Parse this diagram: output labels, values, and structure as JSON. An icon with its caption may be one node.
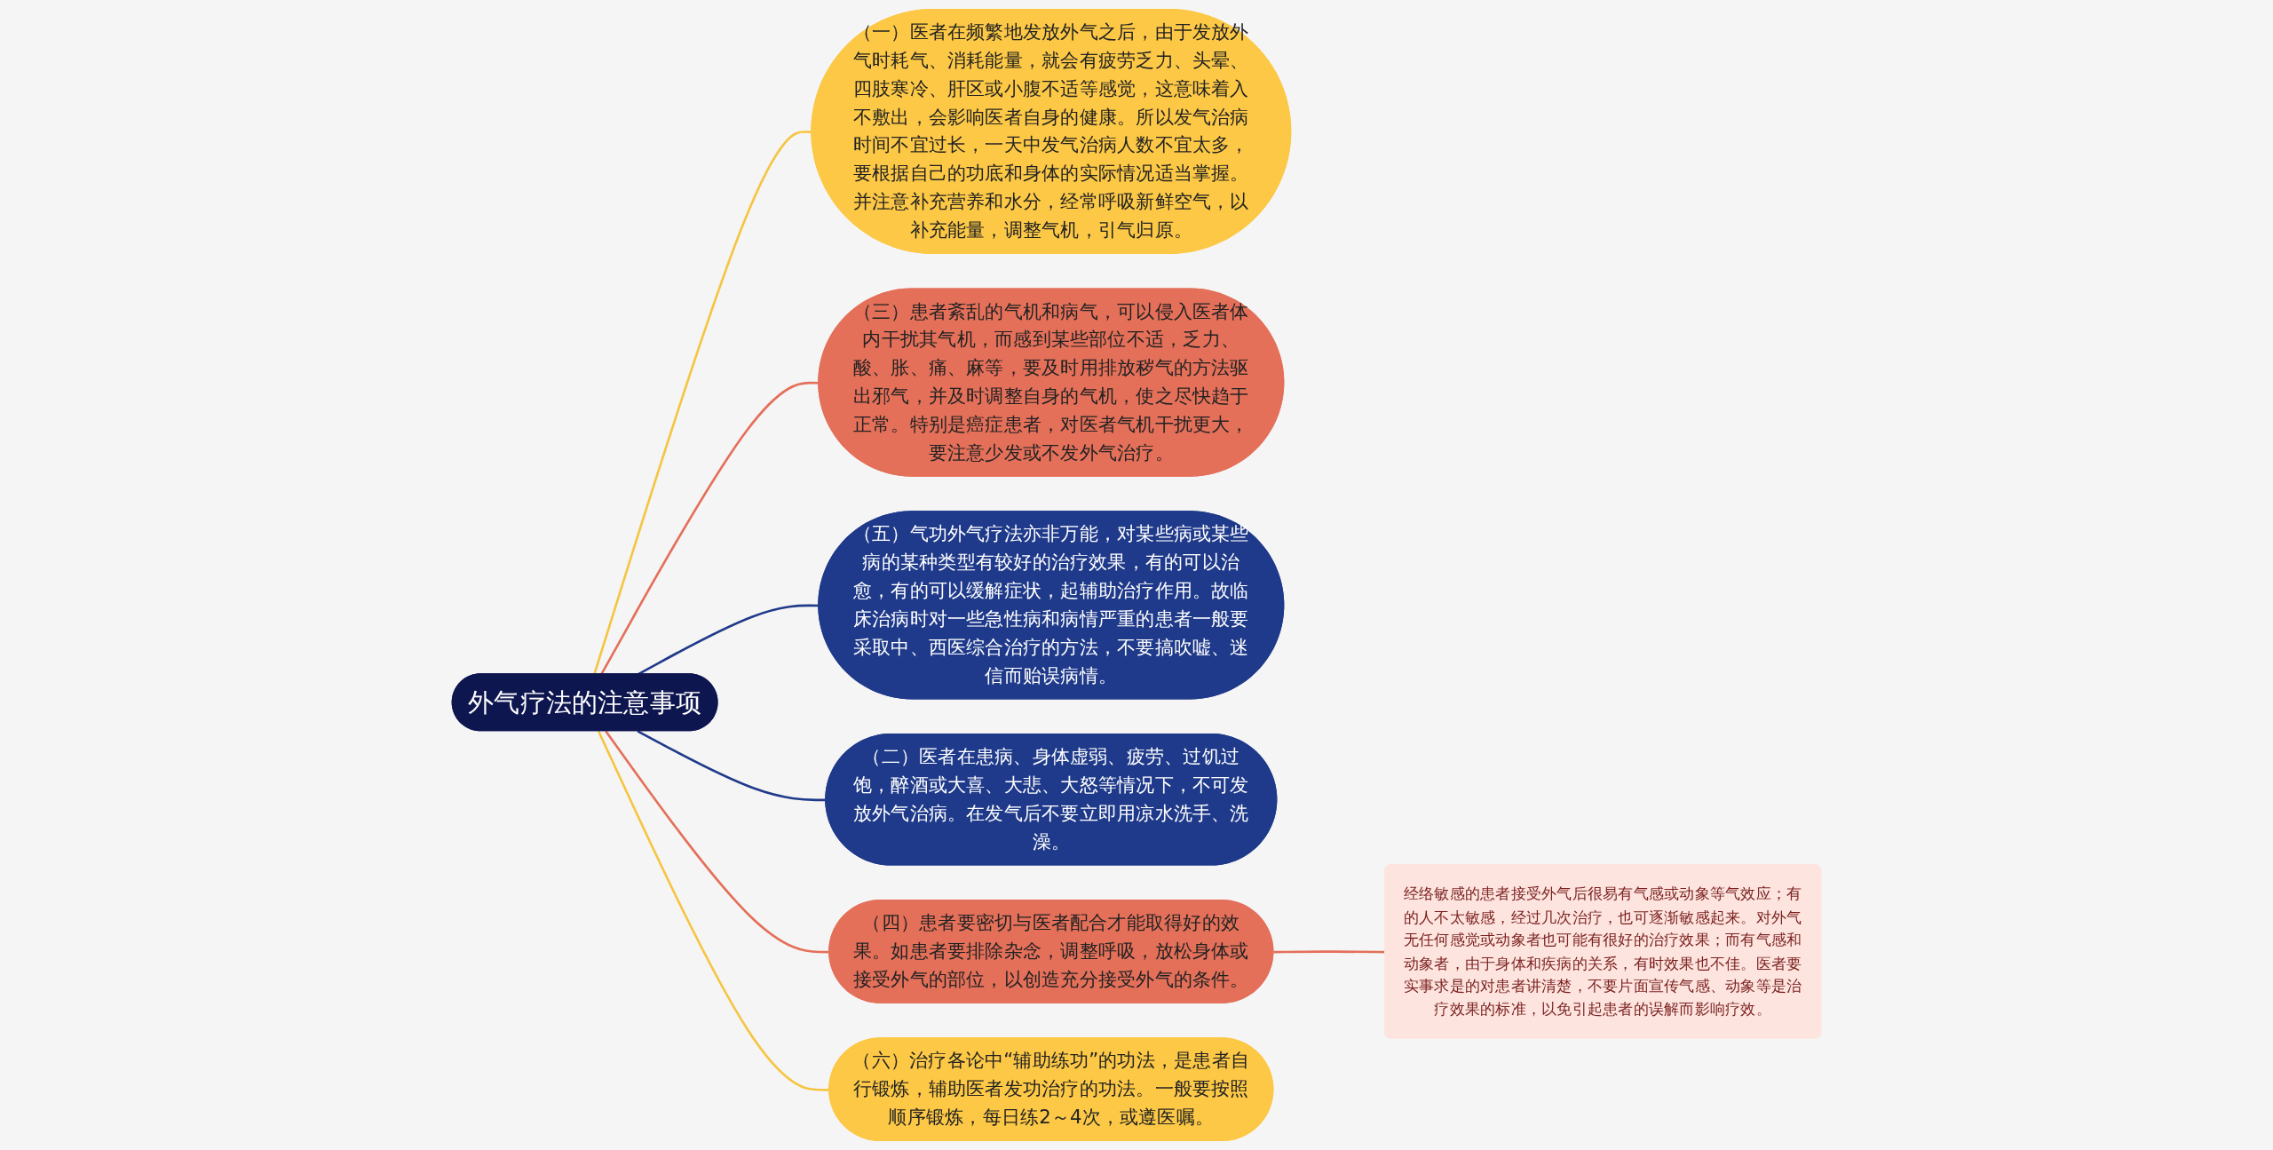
{
  "diagram": {
    "nodes": [
      {
        "text": [
          "外气疗法的注意事项"
        ]
      },
      {
        "text": [
          "（一）医者在频繁地发放外气之后，由于发放外气时耗气、消耗能量，就会有疲劳乏力、头晕、四肢寒冷、肝区或小腹不适等感觉，这意味着入不敷出，会影响医者自身的健康。所以发气治病时间不宜过长，一天中发气治病人数不宜太多，要根据自己的功底和身体的实际情况适当掌握。并注意补充营养和水分，经常呼吸新鲜空气，以补充能量，调整气机，引气归原。"
        ]
      },
      {
        "text": [
          "（三）患者紊乱的气机和病气，可以侵入医者体内干扰其气机，而感到某些部位不适，乏力、酸、胀、痛、麻等，要及时用排放秽气的方法驱出邪气，并及时调整自身的气机，使之尽快趋于正常。特别是癌症患者，对医者气机干扰更大，要注意少发或不发外气治疗。"
        ]
      },
      {
        "text": [
          "（五）气功外气疗法亦非万能，对某些病或某些病的某种类型有较好的治疗效果，有的可以治愈，有的可以缓解症状，起辅助治疗作用。故临床治病时对一些急性病和病情严重的患者一般要采取中、西医综合治疗的方法，不要搞吹嘘、迷信而贻误病情。"
        ]
      },
      {
        "text": [
          "（二）医者在患病、身体虚弱、疲劳、过饥过饱，醉酒或大喜、大悲、大怒等情况下，不可发放外气治病。在发气后不要立即用凉水洗手、洗澡。"
        ]
      },
      {
        "text": [
          "（四）患者要密切与医者配合才能取得好的效果。如患者要排除杂念，调整呼吸，放松身体或接受外气的部位，以创造充分接受外气的条件。"
        ]
      },
      {
        "text": [
          "（六）治疗各论中“辅助练功”的功法，是患者自行锻炼，辅助医者发功治疗的功法。一般要按照顺序锻炼，每日练2～4次，或遵医嘱。"
        ]
      },
      {
        "text": [
          "经络敏感的患者接受外气后很易有气感或动象等气效应；有的人不太敏感，经过几次治疗，也可逐渐敏感起来。对外气无任何感觉或动象者也可能有很好的治疗效果；而有气感和动象者，由于身体和疾病的关系，有时效果也不佳。医者要实事求是的对患者讲清楚，不要片面宣传气感、动象等是治疗效果的标准，以免引起患者的误解而影响疗效。"
        ]
      }
    ],
    "edges": [
      {
        "from": 0,
        "to": 1,
        "arrow": "none",
        "color": "#f5c542"
      },
      {
        "from": 0,
        "to": 2,
        "arrow": "none",
        "color": "#e4705a"
      },
      {
        "from": 0,
        "to": 3,
        "arrow": "none",
        "color": "#1f3a8a"
      },
      {
        "from": 0,
        "to": 4,
        "arrow": "none",
        "color": "#1f3a8a"
      },
      {
        "from": 0,
        "to": 5,
        "arrow": "none",
        "color": "#e4705a"
      },
      {
        "from": 0,
        "to": 6,
        "arrow": "none",
        "color": "#f5c542"
      },
      {
        "from": 5,
        "to": 7,
        "arrow": "none",
        "color": "#e4705a"
      }
    ]
  }
}
